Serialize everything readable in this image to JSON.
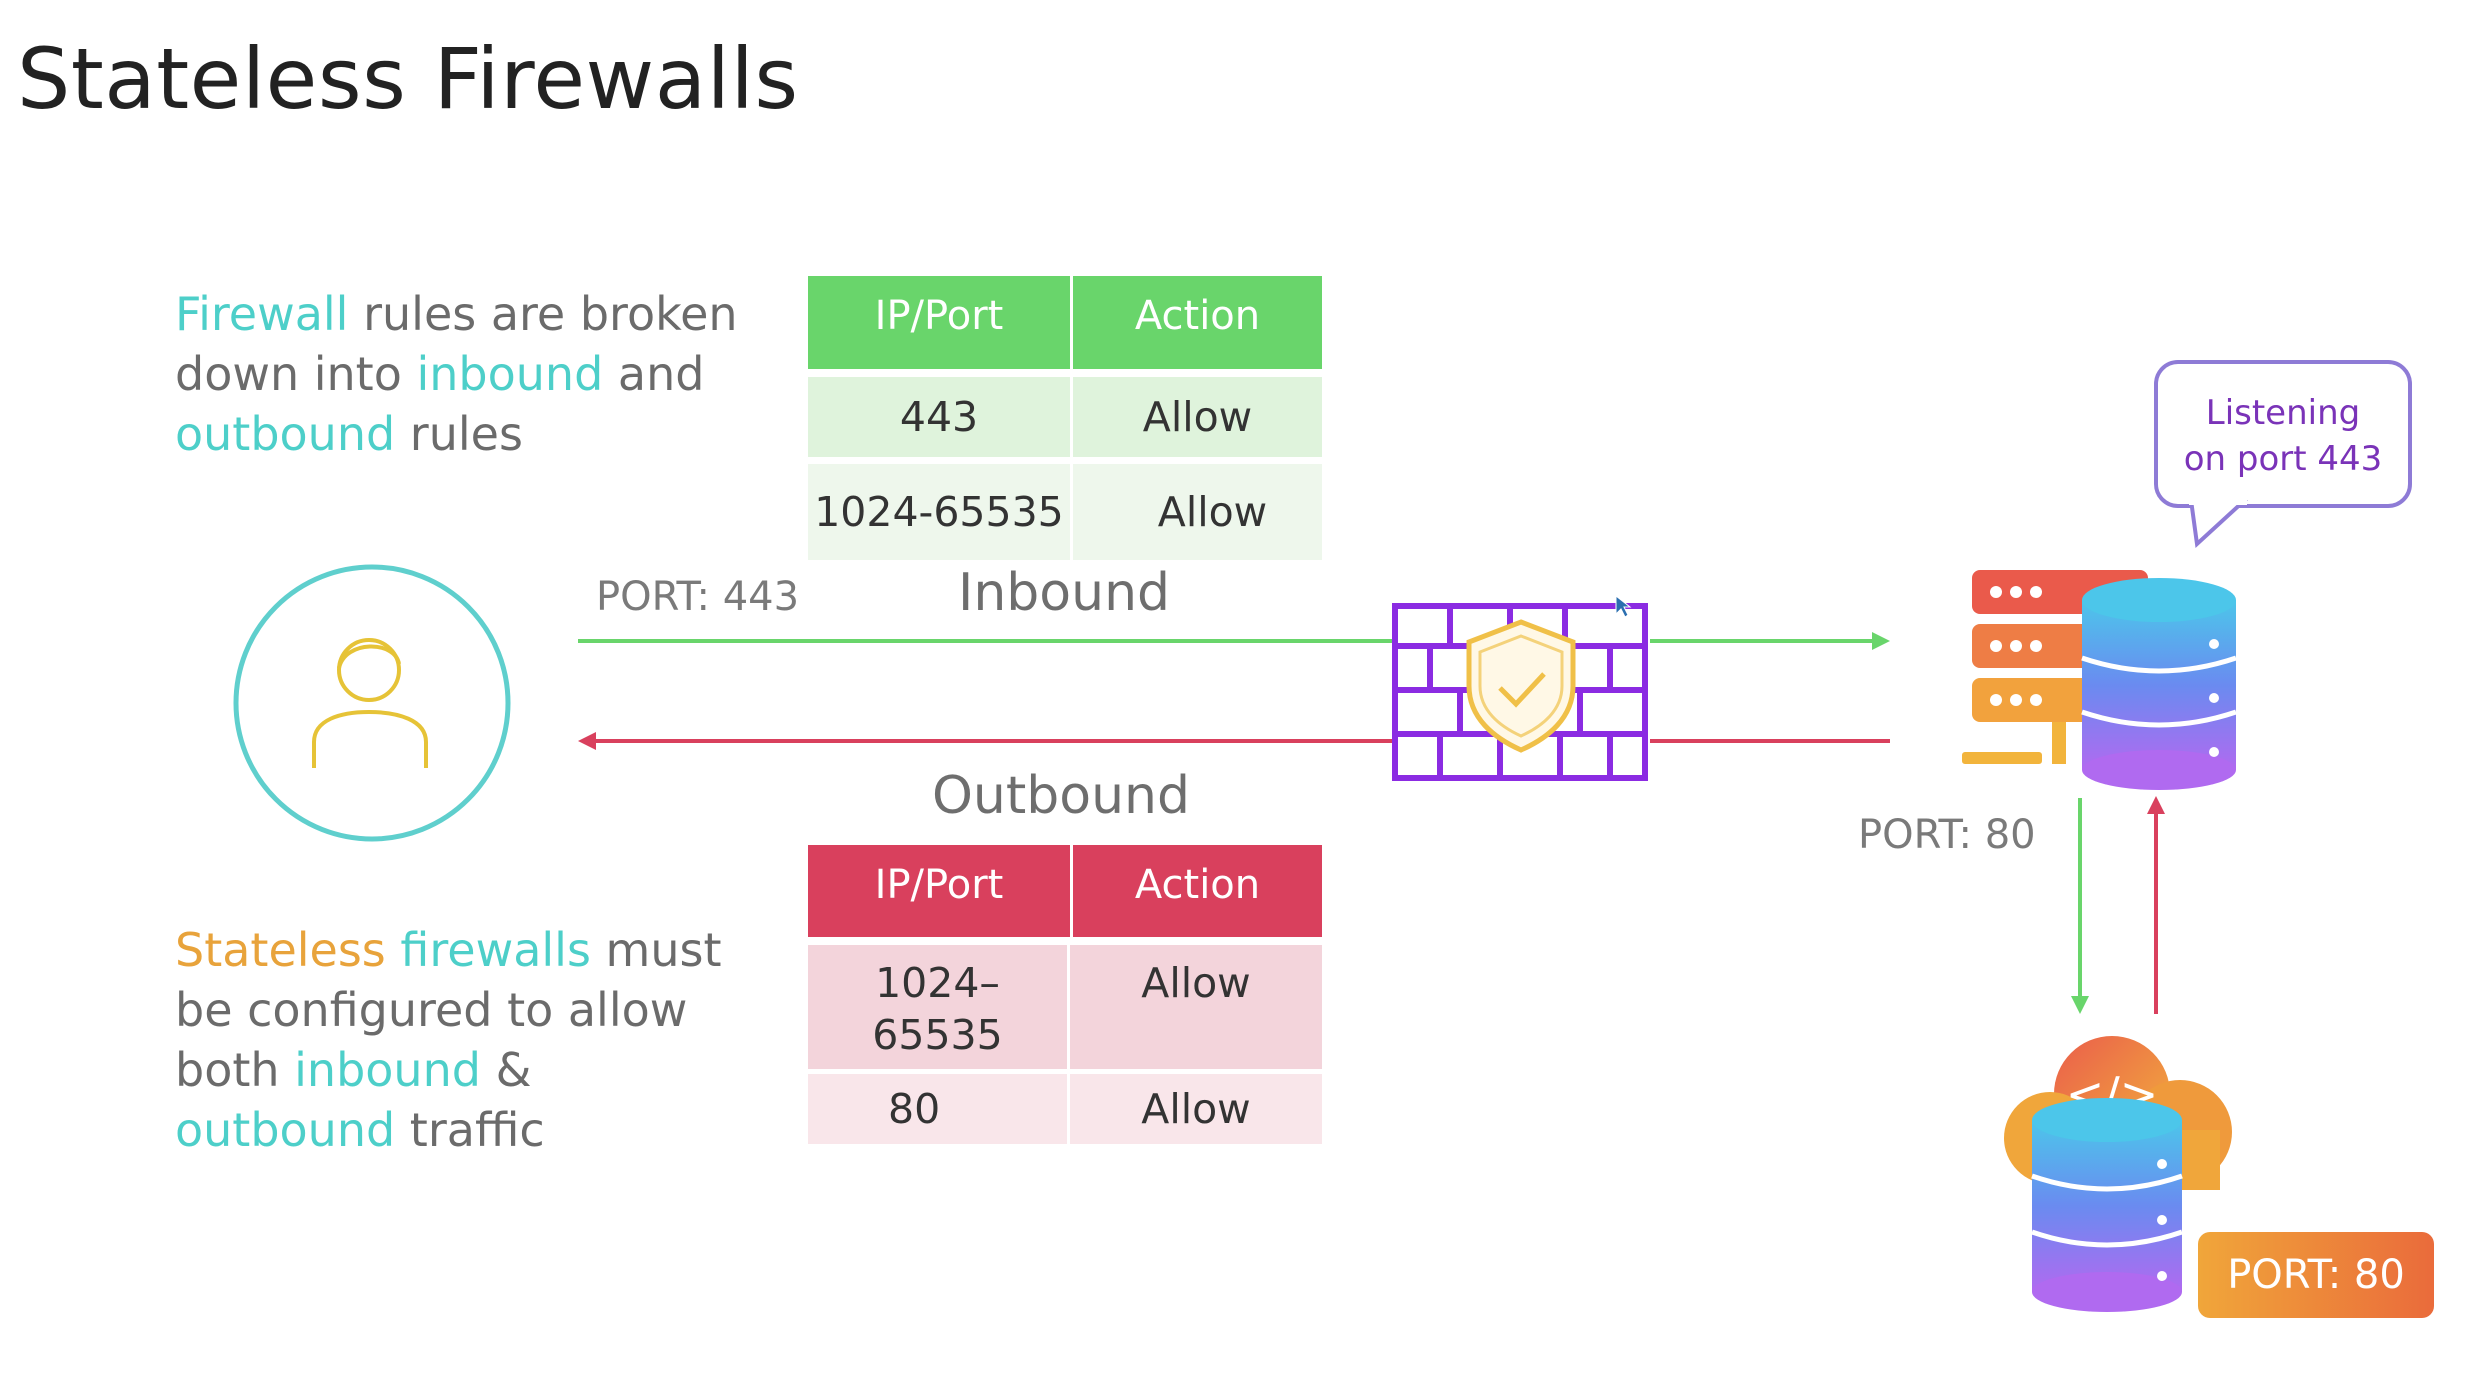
{
  "title": "Stateless Firewalls",
  "intro": {
    "w1": "Firewall",
    "w2": " rules are broken",
    "w3": "down into ",
    "w4": "inbound",
    "w5": " and",
    "w6": "outbound",
    "w7": " rules"
  },
  "note": {
    "w1": "Stateless",
    "w2": " ",
    "w3": "firewalls",
    "w4": " must",
    "w5": "be configured to allow",
    "w6": "both ",
    "w7": "inbound",
    "w8": " &",
    "w9": "outbound",
    "w10": " traffic"
  },
  "inbound_table": {
    "headers": [
      "IP/Port",
      "Action"
    ],
    "rows": [
      [
        "443",
        "Allow"
      ],
      [
        "1024-65535",
        "Allow"
      ]
    ]
  },
  "outbound_table": {
    "headers": [
      "IP/Port",
      "Action"
    ],
    "rows": [
      [
        "1024–\n65535",
        "Allow"
      ],
      [
        "80",
        "Allow"
      ]
    ]
  },
  "labels": {
    "inbound": "Inbound",
    "outbound": "Outbound",
    "port_443": "PORT: 443",
    "port_80_side": "PORT: 80",
    "port_80_badge": "PORT: 80",
    "listening": "Listening\non port 443"
  },
  "colors": {
    "inbound": "#69d56b",
    "outbound": "#d9405d",
    "teal": "#4dcfc9",
    "orange": "#e8a33b",
    "firewall": "#8b2be2"
  },
  "icons": [
    "user-icon",
    "firewall-icon",
    "shield-check-icon",
    "server-database-icon",
    "cloud-code-database-icon",
    "cursor-icon"
  ]
}
